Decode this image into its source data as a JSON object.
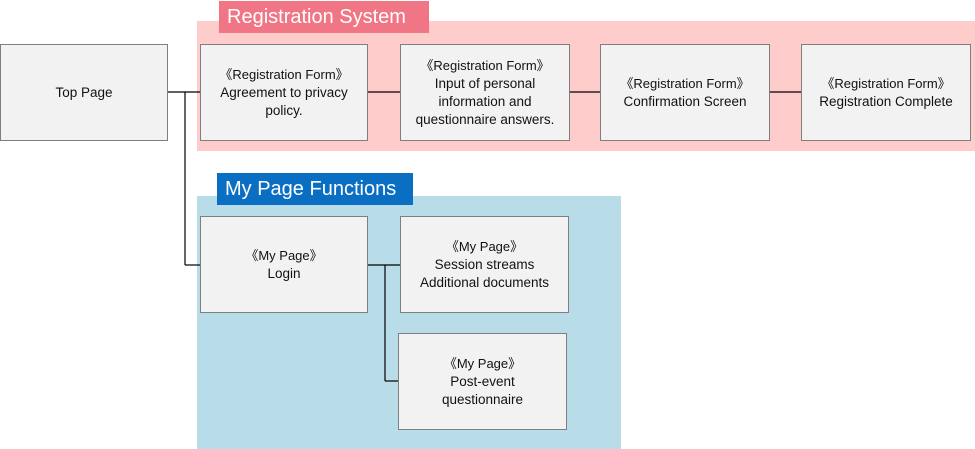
{
  "sections": {
    "registration_title": "Registration System",
    "mypage_title": "My Page Functions"
  },
  "nodes": {
    "top_page": {
      "label": "Top Page"
    },
    "reg_agreement": {
      "kind": "《Registration Form》",
      "label": "Agreement to privacy\npolicy."
    },
    "reg_input": {
      "kind": "《Registration Form》",
      "label": "Input of personal\ninformation and\nquestionnaire answers."
    },
    "reg_confirm": {
      "kind": "《Registration Form》",
      "label": "Confirmation Screen"
    },
    "reg_complete": {
      "kind": "《Registration Form》",
      "label": "Registration Complete"
    },
    "mp_login": {
      "kind": "《My Page》",
      "label": "Login"
    },
    "mp_sessions": {
      "kind": "《My Page》",
      "label": "Session streams\nAdditional documents"
    },
    "mp_post": {
      "kind": "《My Page》",
      "label": "Post-event\nquestionnaire"
    }
  },
  "colors": {
    "registration_panel": "#ffcccc",
    "registration_label": "#f07585",
    "mypage_panel": "#b8dde8",
    "mypage_label": "#0a6fc3",
    "node_fill": "#f2f2f2",
    "node_border": "#7f7f7f",
    "connector": "#000000"
  }
}
